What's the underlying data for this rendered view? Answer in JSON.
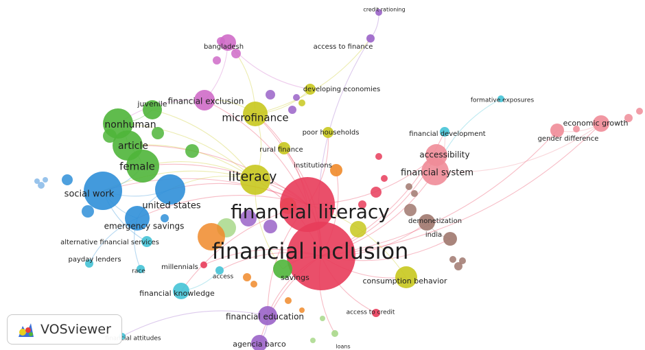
{
  "app": {
    "name": "VOSviewer"
  },
  "colors": {
    "red": "#e83c5a",
    "blue": "#2f8fd8",
    "green": "#4fb53a",
    "yellow": "#c8c81e",
    "purple": "#9a63c8",
    "magenta": "#cf6bc8",
    "cyan": "#45c3d6",
    "orange": "#f08a2a",
    "brown": "#a0786e",
    "lightblue": "#86b8e8",
    "pink": "#ef8c98",
    "lightgreen": "#a8d88a"
  },
  "nodes": [
    {
      "label": "financial inclusion",
      "color": "red",
      "size": 50,
      "weight": 32
    },
    {
      "label": "financial literacy",
      "color": "red",
      "size": 40,
      "weight": 28
    },
    {
      "label": "literacy",
      "color": "yellow",
      "size": 22,
      "weight": 19
    },
    {
      "label": "microfinance",
      "color": "yellow",
      "size": 18,
      "weight": 15
    },
    {
      "label": "financial exclusion",
      "color": "magenta",
      "size": 15,
      "weight": 12
    },
    {
      "label": "bangladesh",
      "color": "magenta",
      "size": 12,
      "weight": 10
    },
    {
      "label": "access to finance",
      "color": "purple",
      "size": 6,
      "weight": 10
    },
    {
      "label": "developing economies",
      "color": "yellow",
      "size": 8,
      "weight": 10
    },
    {
      "label": "poor households",
      "color": "yellow",
      "size": 8,
      "weight": 10
    },
    {
      "label": "rural finance",
      "color": "yellow",
      "size": 9,
      "weight": 10
    },
    {
      "label": "institutions",
      "color": "orange",
      "size": 9,
      "weight": 10
    },
    {
      "label": "nonhuman",
      "color": "green",
      "size": 22,
      "weight": 14
    },
    {
      "label": "juvenile",
      "color": "green",
      "size": 14,
      "weight": 11
    },
    {
      "label": "article",
      "color": "green",
      "size": 22,
      "weight": 14
    },
    {
      "label": "female",
      "color": "green",
      "size": 24,
      "weight": 15
    },
    {
      "label": "social work",
      "color": "blue",
      "size": 28,
      "weight": 13
    },
    {
      "label": "united states",
      "color": "blue",
      "size": 22,
      "weight": 13
    },
    {
      "label": "emergency savings",
      "color": "blue",
      "size": 18,
      "weight": 12
    },
    {
      "label": "alternative financial services",
      "color": "cyan",
      "size": 8,
      "weight": 10
    },
    {
      "label": "payday lenders",
      "color": "cyan",
      "size": 6,
      "weight": 10
    },
    {
      "label": "race",
      "color": "cyan",
      "size": 6,
      "weight": 9
    },
    {
      "label": "millennials",
      "color": "red",
      "size": 5,
      "weight": 10
    },
    {
      "label": "access",
      "color": "cyan",
      "size": 6,
      "weight": 9
    },
    {
      "label": "financial knowledge",
      "color": "cyan",
      "size": 12,
      "weight": 11
    },
    {
      "label": "savings",
      "color": "green",
      "size": 14,
      "weight": 11
    },
    {
      "label": "financial education",
      "color": "purple",
      "size": 14,
      "weight": 12
    },
    {
      "label": "access to credit",
      "color": "red",
      "size": 6,
      "weight": 9
    },
    {
      "label": "agencia barco",
      "color": "purple",
      "size": 12,
      "weight": 11
    },
    {
      "label": "loans",
      "color": "lightgreen",
      "size": 5,
      "weight": 8
    },
    {
      "label": "financial attitudes",
      "color": "cyan",
      "size": 5,
      "weight": 9
    },
    {
      "label": "consumption behavior",
      "color": "yellow",
      "size": 16,
      "weight": 11
    },
    {
      "label": "india",
      "color": "brown",
      "size": 10,
      "weight": 10
    },
    {
      "label": "demonetization",
      "color": "brown",
      "size": 12,
      "weight": 10
    },
    {
      "label": "financial system",
      "color": "pink",
      "size": 20,
      "weight": 13
    },
    {
      "label": "accessibility",
      "color": "pink",
      "size": 16,
      "weight": 12
    },
    {
      "label": "financial development",
      "color": "cyan",
      "size": 7,
      "weight": 10
    },
    {
      "label": "formative exposures",
      "color": "cyan",
      "size": 5,
      "weight": 9
    },
    {
      "label": "economic growth",
      "color": "pink",
      "size": 12,
      "weight": 11
    },
    {
      "label": "gender difference",
      "color": "pink",
      "size": 10,
      "weight": 10
    },
    {
      "label": "credit rationing",
      "color": "purple",
      "size": 5,
      "weight": 8
    }
  ],
  "links": [
    [
      "financial inclusion",
      "financial literacy"
    ],
    [
      "financial inclusion",
      "literacy"
    ],
    [
      "financial inclusion",
      "microfinance"
    ],
    [
      "financial inclusion",
      "financial system"
    ],
    [
      "financial inclusion",
      "accessibility"
    ],
    [
      "financial inclusion",
      "consumption behavior"
    ],
    [
      "financial inclusion",
      "savings"
    ],
    [
      "financial inclusion",
      "financial education"
    ],
    [
      "financial inclusion",
      "access to credit"
    ],
    [
      "financial inclusion",
      "india"
    ],
    [
      "financial inclusion",
      "demonetization"
    ],
    [
      "financial inclusion",
      "economic growth"
    ],
    [
      "financial inclusion",
      "gender difference"
    ],
    [
      "financial inclusion",
      "financial development"
    ],
    [
      "financial inclusion",
      "agencia barco"
    ],
    [
      "financial inclusion",
      "loans"
    ],
    [
      "financial inclusion",
      "access"
    ],
    [
      "financial inclusion",
      "millennials"
    ],
    [
      "financial inclusion",
      "rural finance"
    ],
    [
      "financial inclusion",
      "institutions"
    ],
    [
      "financial literacy",
      "literacy"
    ],
    [
      "financial literacy",
      "united states"
    ],
    [
      "financial literacy",
      "emergency savings"
    ],
    [
      "financial literacy",
      "financial knowledge"
    ],
    [
      "financial literacy",
      "female"
    ],
    [
      "financial literacy",
      "article"
    ],
    [
      "financial literacy",
      "microfinance"
    ],
    [
      "financial literacy",
      "financial exclusion"
    ],
    [
      "financial literacy",
      "financial education"
    ],
    [
      "financial literacy",
      "social work"
    ],
    [
      "financial literacy",
      "accessibility"
    ],
    [
      "financial literacy",
      "poor households"
    ],
    [
      "literacy",
      "female"
    ],
    [
      "literacy",
      "article"
    ],
    [
      "literacy",
      "nonhuman"
    ],
    [
      "literacy",
      "juvenile"
    ],
    [
      "literacy",
      "united states"
    ],
    [
      "literacy",
      "microfinance"
    ],
    [
      "literacy",
      "social work"
    ],
    [
      "literacy",
      "savings"
    ],
    [
      "microfinance",
      "financial exclusion"
    ],
    [
      "microfinance",
      "bangladesh"
    ],
    [
      "microfinance",
      "developing economies"
    ],
    [
      "microfinance",
      "access to finance"
    ],
    [
      "financial exclusion",
      "bangladesh"
    ],
    [
      "financial exclusion",
      "nonhuman"
    ],
    [
      "access to finance",
      "credit rationing"
    ],
    [
      "access to finance",
      "financial inclusion"
    ],
    [
      "social work",
      "united states"
    ],
    [
      "social work",
      "emergency savings"
    ],
    [
      "social work",
      "female"
    ],
    [
      "social work",
      "alternative financial services"
    ],
    [
      "united states",
      "emergency savings"
    ],
    [
      "emergency savings",
      "payday lenders"
    ],
    [
      "emergency savings",
      "race"
    ],
    [
      "female",
      "article"
    ],
    [
      "article",
      "nonhuman"
    ],
    [
      "nonhuman",
      "juvenile"
    ],
    [
      "financial system",
      "accessibility"
    ],
    [
      "financial system",
      "economic growth"
    ],
    [
      "financial system",
      "financial development"
    ],
    [
      "demonetization",
      "india"
    ],
    [
      "consumption behavior",
      "financial literacy"
    ],
    [
      "financial knowledge",
      "access"
    ],
    [
      "financial education",
      "financial attitudes"
    ],
    [
      "agencia barco",
      "financial education"
    ],
    [
      "bangladesh",
      "developing economies"
    ],
    [
      "formative exposures",
      "financial system"
    ],
    [
      "gender difference",
      "economic growth"
    ]
  ]
}
